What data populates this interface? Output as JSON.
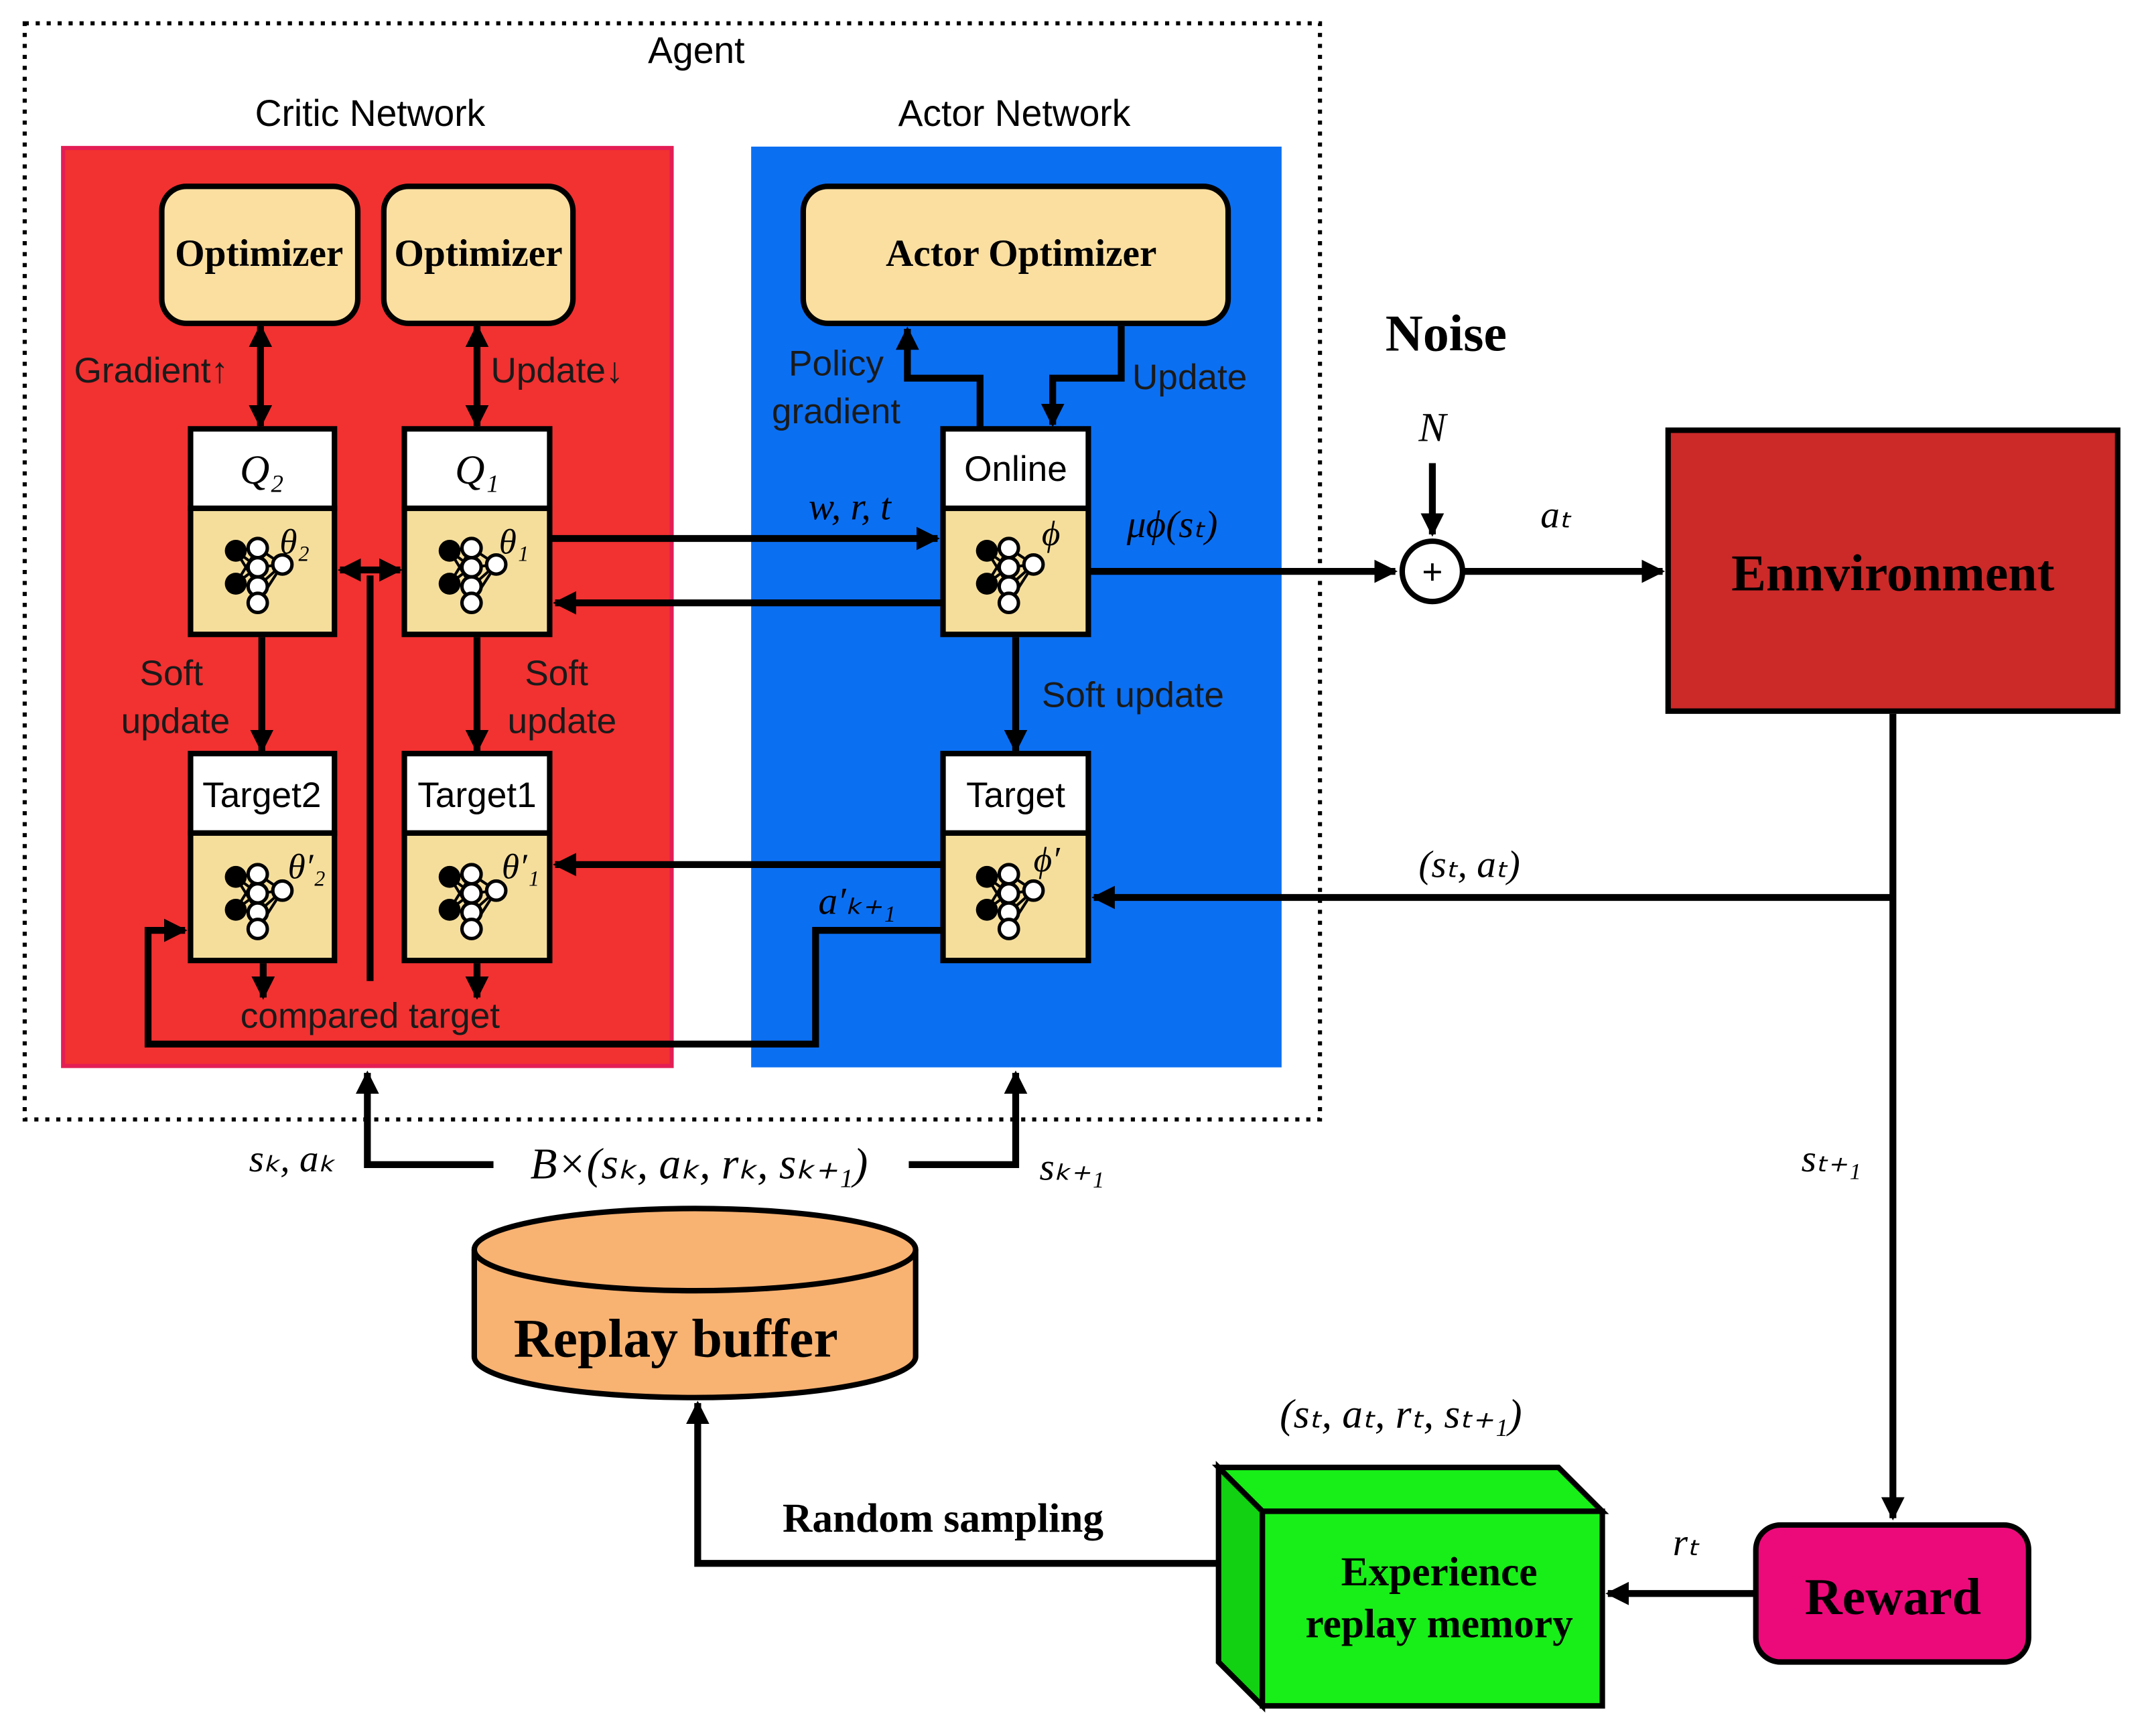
{
  "agent": {
    "title": "Agent",
    "critic": {
      "title": "Critic Network",
      "optimizer_left": "Optimizer",
      "optimizer_right": "Optimizer",
      "gradient_label": "Gradient↑",
      "update_label": "Update↓",
      "q2_label": "Q₂",
      "q1_label": "Q₁",
      "theta2": "θ₂",
      "theta1": "θ₁",
      "soft_update_left": [
        "Soft",
        "update"
      ],
      "soft_update_right": [
        "Soft",
        "update"
      ],
      "target2_label": "Target2",
      "target1_label": "Target1",
      "theta2_prime": "θ′₂",
      "theta1_prime": "θ′₁",
      "compared_target": "compared target"
    },
    "actor": {
      "title": "Actor Network",
      "optimizer": "Actor Optimizer",
      "policy_gradient": [
        "Policy",
        "gradient"
      ],
      "update_label": "Update",
      "online_label": "Online",
      "phi": "ϕ",
      "soft_update": "Soft update",
      "target_label": "Target",
      "phi_prime": "ϕ′"
    }
  },
  "signals": {
    "wrt": "w, r, t",
    "mu_phi": "μϕ(sₜ)",
    "a_prime": "a′ₖ₊₁",
    "noise_title": "Noise",
    "noise_symbol": "N",
    "plus": "+",
    "a_t": "aₜ",
    "s_a_t": "(sₜ, aₜ)",
    "s_next": "sₜ₊₁",
    "r_t": "rₜ",
    "transition": "(sₜ, aₜ, rₜ, sₜ₊₁)",
    "s_k_a_k": "sₖ, aₖ",
    "batch": "B×(sₖ, aₖ, rₖ, sₖ₊₁)",
    "s_k_next": "sₖ₊₁",
    "random_sampling": "Random sampling"
  },
  "environment": {
    "label": "Ennvironment",
    "color": "#CC2929"
  },
  "reward": {
    "label": "Reward",
    "color": "#EC0A7A"
  },
  "replay_buffer": {
    "label": "Replay buffer",
    "color": "#F8B272"
  },
  "experience_memory": {
    "lines": [
      "Experience",
      "replay memory"
    ],
    "color": "#18EE18"
  },
  "colors": {
    "critic_panel": "#F23131",
    "actor_panel": "#0B6FF2",
    "optimizer_box": "#FBDFA1",
    "network_box": "#F5DE9C"
  }
}
